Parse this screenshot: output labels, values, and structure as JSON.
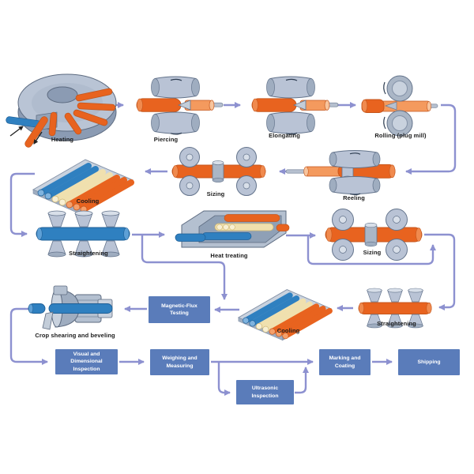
{
  "diagram": {
    "type": "process-flow",
    "subject": "Seamless steel pipe manufacturing process",
    "background": "#ffffff"
  },
  "colors": {
    "arrow": "#8d91d0",
    "black_arrow": "#222222",
    "process_box": "#5a7cba",
    "process_box_text": "#ffffff",
    "label_text": "#1b1b1b",
    "pipe_orange": "#e8631f",
    "pipe_orange_light": "#f49a5e",
    "pipe_blue": "#2f80c0",
    "pipe_cream": "#f0e0ae",
    "machine_gray": "#b9c3d5",
    "machine_gray_dark": "#8b9bb3",
    "machine_outline": "#5d6b80"
  },
  "stations": [
    {
      "id": "heating",
      "label": "Heating"
    },
    {
      "id": "piercing",
      "label": "Piercing"
    },
    {
      "id": "elongating",
      "label": "Elongating"
    },
    {
      "id": "rolling-plug-mill",
      "label": "Rolling (plug mill)"
    },
    {
      "id": "reeling",
      "label": "Reeling"
    },
    {
      "id": "sizing-1",
      "label": "Sizing"
    },
    {
      "id": "cooling-1",
      "label": "Cooling"
    },
    {
      "id": "straightening-1",
      "label": "Straightening"
    },
    {
      "id": "heat-treating",
      "label": "Heat treating"
    },
    {
      "id": "sizing-2",
      "label": "Sizing"
    },
    {
      "id": "straightening-2",
      "label": "Straightening"
    },
    {
      "id": "cooling-2",
      "label": "Cooling"
    },
    {
      "id": "crop-shearing-beveling",
      "label": "Crop shearing and beveling"
    }
  ],
  "process_boxes": [
    {
      "id": "magnetic-flux-testing",
      "lines": [
        "Magnetic-Flux",
        "Testing"
      ]
    },
    {
      "id": "visual-dimensional-inspection",
      "lines": [
        "Visual and",
        "Dimensional Inspection"
      ]
    },
    {
      "id": "weighing-measuring",
      "lines": [
        "Weighing and",
        "Measuring"
      ]
    },
    {
      "id": "ultrasonic-inspection",
      "lines": [
        "Ultrasonic",
        "Inspection"
      ]
    },
    {
      "id": "marking-coating",
      "lines": [
        "Marking and",
        "Coating"
      ]
    },
    {
      "id": "shipping",
      "lines": [
        "Shipping"
      ]
    }
  ],
  "connections": [
    {
      "from": "Heating",
      "to": "Piercing"
    },
    {
      "from": "Piercing",
      "to": "Elongating"
    },
    {
      "from": "Elongating",
      "to": "Rolling (plug mill)"
    },
    {
      "from": "Rolling (plug mill)",
      "to": "Reeling"
    },
    {
      "from": "Reeling",
      "to": "Sizing"
    },
    {
      "from": "Sizing",
      "to": "Cooling"
    },
    {
      "from": "Cooling",
      "to": "Straightening"
    },
    {
      "from": "Straightening",
      "to": "Heat treating"
    },
    {
      "from": "Straightening",
      "to": "Magnetic-Flux Testing",
      "note": "bypass"
    },
    {
      "from": "Heat treating",
      "to": "Sizing (after heat treating)"
    },
    {
      "from": "Heat treating",
      "to": "Straightening (finishing)",
      "note": "bypass around sizing"
    },
    {
      "from": "Sizing (after heat treating)",
      "to": "Straightening (finishing)"
    },
    {
      "from": "Straightening (finishing)",
      "to": "Cooling (finishing)"
    },
    {
      "from": "Cooling (finishing)",
      "to": "Magnetic-Flux Testing"
    },
    {
      "from": "Magnetic-Flux Testing",
      "to": "Crop shearing and beveling"
    },
    {
      "from": "Crop shearing and beveling",
      "to": "Visual and Dimensional Inspection"
    },
    {
      "from": "Visual and Dimensional Inspection",
      "to": "Weighing and Measuring"
    },
    {
      "from": "Weighing and Measuring",
      "to": "Marking and Coating"
    },
    {
      "from": "Weighing and Measuring",
      "to": "Ultrasonic Inspection",
      "note": "branch"
    },
    {
      "from": "Ultrasonic Inspection",
      "to": "Marking and Coating",
      "note": "merge"
    },
    {
      "from": "Marking and Coating",
      "to": "Shipping"
    }
  ]
}
